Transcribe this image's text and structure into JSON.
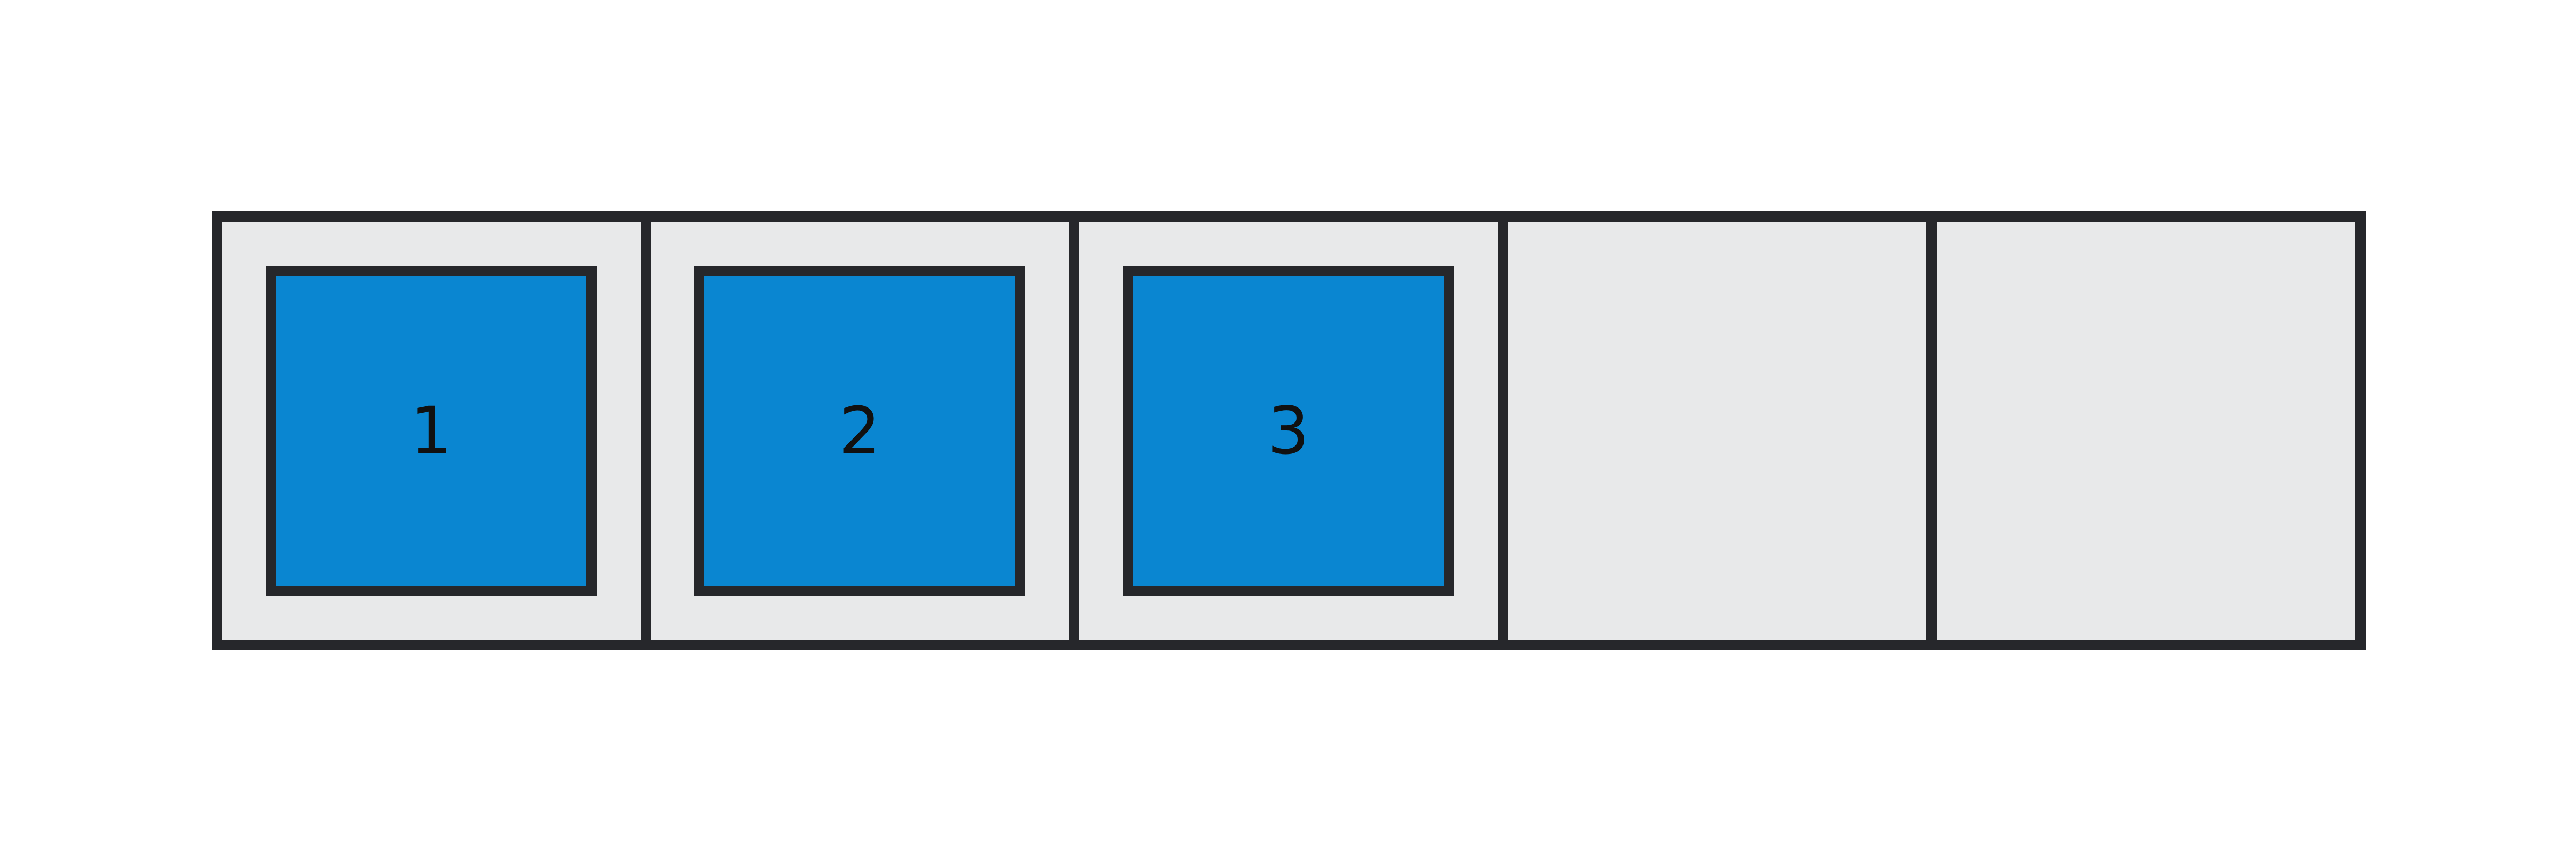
{
  "diagram": {
    "name": "slot-row",
    "description": "Horizontal row of 5 equal slots; first 3 slots filled with numbered blue squares, last 2 empty",
    "slot_count": 5,
    "filled_count": 3,
    "cells": [
      {
        "index": 0,
        "filled": true,
        "label": "1"
      },
      {
        "index": 1,
        "filled": true,
        "label": "2"
      },
      {
        "index": 2,
        "filled": true,
        "label": "3"
      },
      {
        "index": 3,
        "filled": false,
        "label": ""
      },
      {
        "index": 4,
        "filled": false,
        "label": ""
      }
    ],
    "colors": {
      "item_fill": "#0a86d1",
      "cell_fill": "#e8e9ea",
      "border": "#26272b",
      "label": "#111111",
      "canvas_background": "#ffffff"
    }
  }
}
